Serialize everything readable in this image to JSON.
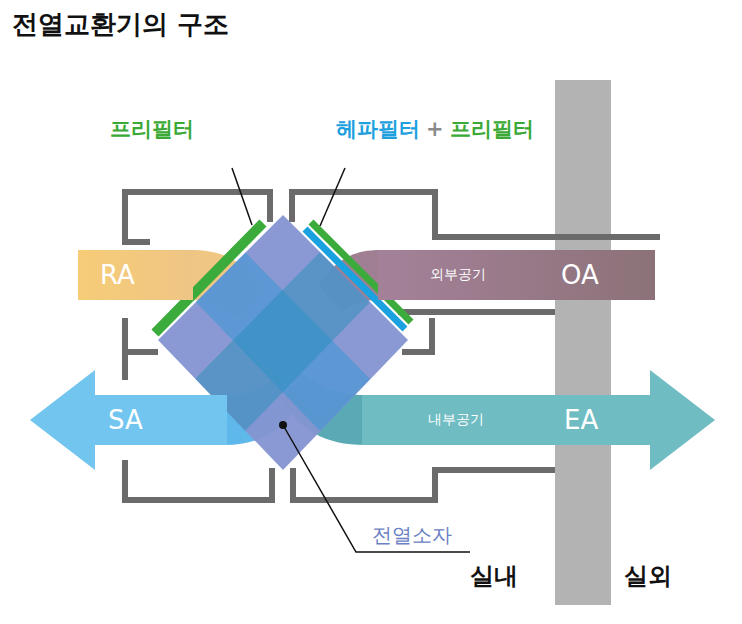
{
  "diagram": {
    "title": "전열교환기의 구조",
    "nodes": [
      {
        "text": [
          "RA"
        ]
      },
      {
        "text": [
          "외부공기",
          "OA"
        ]
      },
      {
        "text": [
          "SA"
        ]
      },
      {
        "text": [
          "내부공기",
          "EA"
        ]
      }
    ],
    "labels": [
      "프리필터",
      "헤파필터",
      "+",
      "프리필터",
      "전열소자",
      "실내",
      "실외"
    ]
  }
}
